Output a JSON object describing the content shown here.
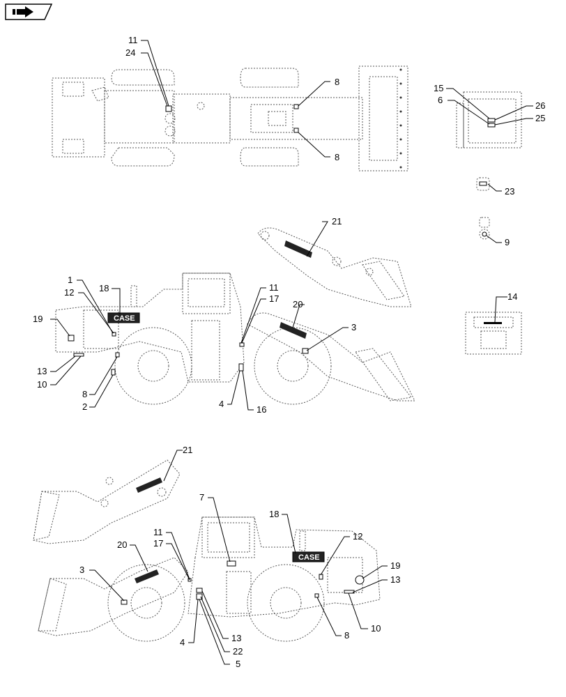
{
  "nav": {
    "icon": "next-page-arrow-icon"
  },
  "brand": {
    "label": "CASE"
  },
  "views": {
    "top": {
      "callouts": [
        {
          "id": "top-11",
          "label": "11"
        },
        {
          "id": "top-24",
          "label": "24"
        },
        {
          "id": "top-8a",
          "label": "8"
        },
        {
          "id": "top-8b",
          "label": "8"
        }
      ]
    },
    "cab_detail": {
      "callouts": [
        {
          "id": "cab-15",
          "label": "15"
        },
        {
          "id": "cab-6",
          "label": "6"
        },
        {
          "id": "cab-26",
          "label": "26"
        },
        {
          "id": "cab-25",
          "label": "25"
        }
      ]
    },
    "small_parts": {
      "callouts": [
        {
          "id": "sp-23",
          "label": "23"
        },
        {
          "id": "sp-9",
          "label": "9"
        },
        {
          "id": "sp-14",
          "label": "14"
        }
      ]
    },
    "left_side": {
      "callouts": [
        {
          "id": "ls-21",
          "label": "21"
        },
        {
          "id": "ls-1",
          "label": "1"
        },
        {
          "id": "ls-18",
          "label": "18"
        },
        {
          "id": "ls-12",
          "label": "12"
        },
        {
          "id": "ls-19",
          "label": "19"
        },
        {
          "id": "ls-11",
          "label": "11"
        },
        {
          "id": "ls-17",
          "label": "17"
        },
        {
          "id": "ls-20",
          "label": "20"
        },
        {
          "id": "ls-3",
          "label": "3"
        },
        {
          "id": "ls-13",
          "label": "13"
        },
        {
          "id": "ls-10",
          "label": "10"
        },
        {
          "id": "ls-8",
          "label": "8"
        },
        {
          "id": "ls-2",
          "label": "2"
        },
        {
          "id": "ls-4",
          "label": "4"
        },
        {
          "id": "ls-16",
          "label": "16"
        }
      ]
    },
    "right_side": {
      "callouts": [
        {
          "id": "rs-21",
          "label": "21"
        },
        {
          "id": "rs-7",
          "label": "7"
        },
        {
          "id": "rs-18",
          "label": "18"
        },
        {
          "id": "rs-12",
          "label": "12"
        },
        {
          "id": "rs-11",
          "label": "11"
        },
        {
          "id": "rs-17",
          "label": "17"
        },
        {
          "id": "rs-20",
          "label": "20"
        },
        {
          "id": "rs-3",
          "label": "3"
        },
        {
          "id": "rs-19",
          "label": "19"
        },
        {
          "id": "rs-13a",
          "label": "13"
        },
        {
          "id": "rs-10",
          "label": "10"
        },
        {
          "id": "rs-8",
          "label": "8"
        },
        {
          "id": "rs-4",
          "label": "4"
        },
        {
          "id": "rs-13b",
          "label": "13"
        },
        {
          "id": "rs-22",
          "label": "22"
        },
        {
          "id": "rs-5",
          "label": "5"
        }
      ]
    }
  }
}
